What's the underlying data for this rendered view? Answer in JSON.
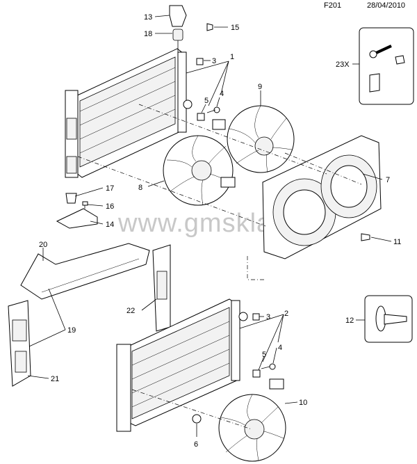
{
  "header": {
    "code": "F201",
    "date": "28/04/2010"
  },
  "watermark": "www.gmsklad.ru",
  "callouts": [
    {
      "id": "c13",
      "text": "13"
    },
    {
      "id": "c15",
      "text": "15"
    },
    {
      "id": "c18",
      "text": "18"
    },
    {
      "id": "c3a",
      "text": "3"
    },
    {
      "id": "c1",
      "text": "1"
    },
    {
      "id": "c4a",
      "text": "4"
    },
    {
      "id": "c5a",
      "text": "5"
    },
    {
      "id": "c9",
      "text": "9"
    },
    {
      "id": "c7",
      "text": "7"
    },
    {
      "id": "c8",
      "text": "8"
    },
    {
      "id": "c17",
      "text": "17"
    },
    {
      "id": "c16",
      "text": "16"
    },
    {
      "id": "c14",
      "text": "14"
    },
    {
      "id": "c11",
      "text": "11"
    },
    {
      "id": "c20",
      "text": "20"
    },
    {
      "id": "c22",
      "text": "22"
    },
    {
      "id": "c19",
      "text": "19"
    },
    {
      "id": "c21",
      "text": "21"
    },
    {
      "id": "c3b",
      "text": "3"
    },
    {
      "id": "c2",
      "text": "2"
    },
    {
      "id": "c4b",
      "text": "4"
    },
    {
      "id": "c5b",
      "text": "5"
    },
    {
      "id": "c10",
      "text": "10"
    },
    {
      "id": "c6",
      "text": "6"
    },
    {
      "id": "c12",
      "text": "12"
    },
    {
      "id": "c23",
      "text": "23X"
    }
  ]
}
